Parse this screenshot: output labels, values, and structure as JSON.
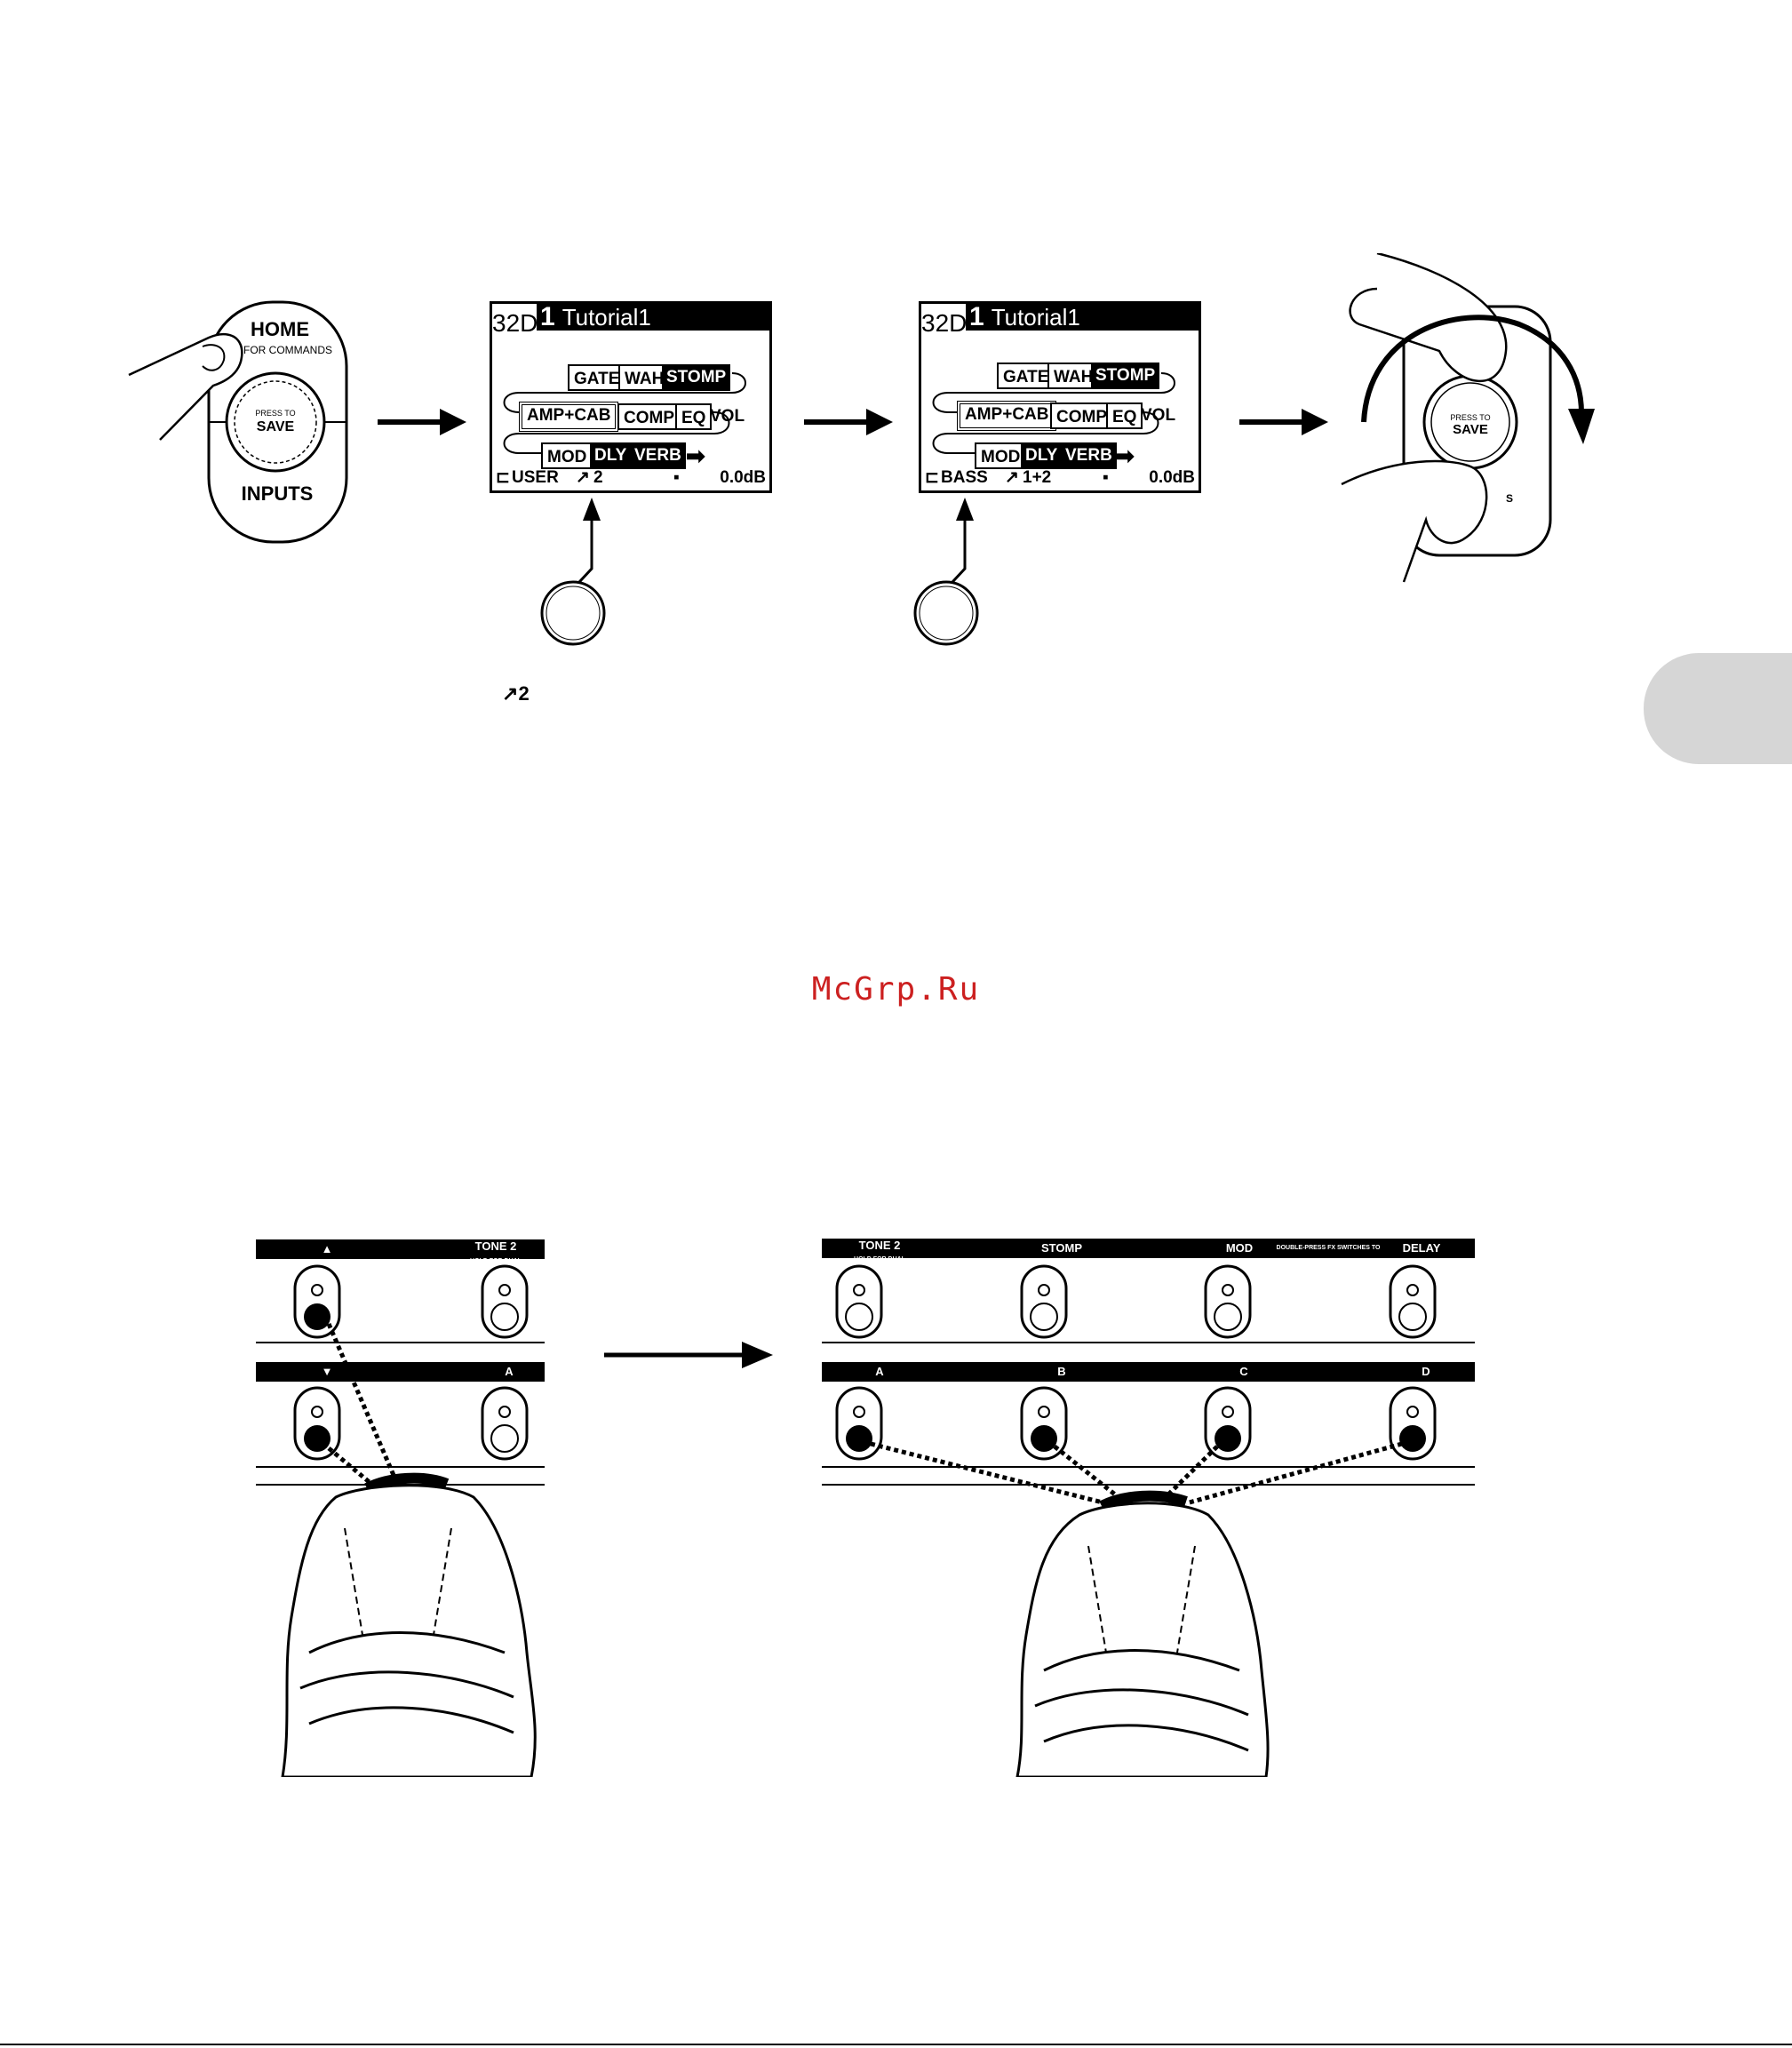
{
  "tuner_knob": {
    "label_home": "HOME",
    "label_commands": "D FOR COMMANDS",
    "label_press_to": "PRESS TO",
    "label_save": "SAVE",
    "label_inputs": "INPUTS"
  },
  "display_1": {
    "preset_number": "32D",
    "bank_num": "1",
    "preset_name": "Tutorial1",
    "blocks_row1": [
      "GATE",
      "WAH",
      "STOMP"
    ],
    "blocks_row2": [
      "AMP+CAB",
      "COMP",
      "EQ",
      "VOL"
    ],
    "blocks_row3": [
      "MOD",
      "DLY",
      "VERB"
    ],
    "setlist": "USER",
    "input": "2",
    "level": "0.0dB"
  },
  "display_2": {
    "preset_number": "32D",
    "bank_num": "1",
    "preset_name": "Tutorial1",
    "blocks_row1": [
      "GATE",
      "WAH",
      "STOMP"
    ],
    "blocks_row2": [
      "AMP+CAB",
      "COMP",
      "EQ",
      "VOL"
    ],
    "blocks_row3": [
      "MOD",
      "DLY",
      "VERB"
    ],
    "setlist": "BASS",
    "input": "1+2",
    "level": "0.0dB"
  },
  "knob_right": {
    "label_press_to": "PRESS TO",
    "label_save": "SAVE",
    "label_s": "S"
  },
  "inline_symbol": "2",
  "watermark": "McGrp.Ru",
  "footswitches_left": {
    "top_labels": [
      "▲",
      "TONE 2"
    ],
    "bottom_labels": [
      "▼",
      "A"
    ],
    "tone2_sub": "HOLD FOR DUAL"
  },
  "footswitches_right": {
    "top_labels": [
      "TONE 2",
      "STOMP",
      "MOD",
      "DELAY"
    ],
    "tone2_sub": "HOLD FOR DUAL",
    "note": "DOUBLE-PRESS FX SWITCHES TO EDIT",
    "bottom_labels": [
      "A",
      "B",
      "C",
      "D"
    ]
  }
}
